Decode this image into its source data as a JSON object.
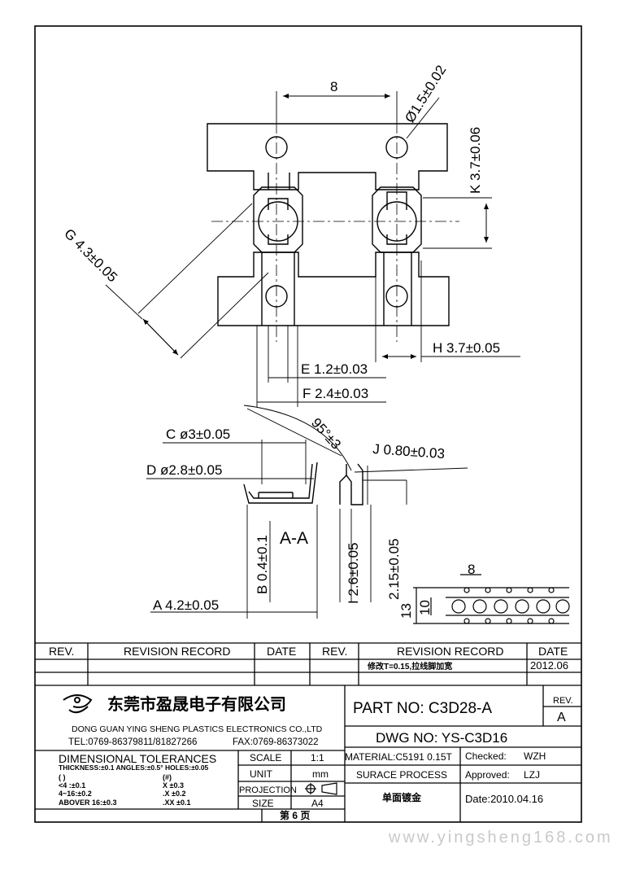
{
  "dimensions": {
    "top_pitch": "8",
    "hole_dia": "Ø1.5±0.02",
    "k": "K 3.7±0.06",
    "g": "G 4.3±0.05",
    "h": "H 3.7±0.05",
    "e": "E 1.2±0.03",
    "f": "F 2.4±0.03",
    "angle": "95°±3",
    "j": "J 0.80±0.03",
    "c": "C ø3±0.05",
    "d": "D ø2.8±0.05",
    "section": "A-A",
    "b": "B 0.4±0.1",
    "i1": "I 2.6±0.05",
    "i2": "2.15±0.05",
    "a": "A 4.2±0.05",
    "strip_pitch": "8",
    "strip_w1": "13",
    "strip_w2": "10"
  },
  "revision_table": {
    "headers": [
      "REV.",
      "REVISION RECORD",
      "DATE",
      "REV.",
      "REVISION RECORD",
      "DATE"
    ],
    "entry_text": "修改T=0.15,拉线脚加宽",
    "entry_date": "2012.06"
  },
  "company": {
    "name_cn": "东莞市盈晟电子有限公司",
    "name_en": "DONG GUAN YING SHENG PLASTICS ELECTRONICS CO.,LTD",
    "tel": "TEL:0769-86379811/81827266",
    "fax": "FAX:0769-86373022"
  },
  "part": {
    "part_no": "PART NO: C3D28-A",
    "rev_label": "REV.",
    "rev_value": "A",
    "dwg_no": "DWG NO: YS-C3D16"
  },
  "tolerances": {
    "title": "DIMENSIONAL TOLERANCES",
    "line1": "THICKNESS:±0.1  ANGLES:±0.5°  HOLES:±0.05",
    "col1": [
      "( )",
      "<4  :±0.1",
      "4~16:±0.2",
      "ABOVER 16:±0.3"
    ],
    "col2": [
      "(#)",
      "X  ±0.3",
      ".X  ±0.2",
      ".XX  ±0.1"
    ]
  },
  "specs": {
    "scale_label": "SCALE",
    "scale_value": "1:1",
    "unit_label": "UNIT",
    "unit_value": "mm",
    "projection_label": "PROJECTION",
    "size_label": "SIZE",
    "size_value": "A4",
    "sheet": "第  6  页"
  },
  "material": {
    "material": "MATERIAL:C5191  0.15T",
    "surface_label": "SURACE PROCESS",
    "surface_value": "单面镀金",
    "checked_label": "Checked:",
    "checked_value": "WZH",
    "approved_label": "Approved:",
    "approved_value": "LZJ",
    "date": "Date:2010.04.16"
  },
  "watermark": "www.yingsheng168.com"
}
